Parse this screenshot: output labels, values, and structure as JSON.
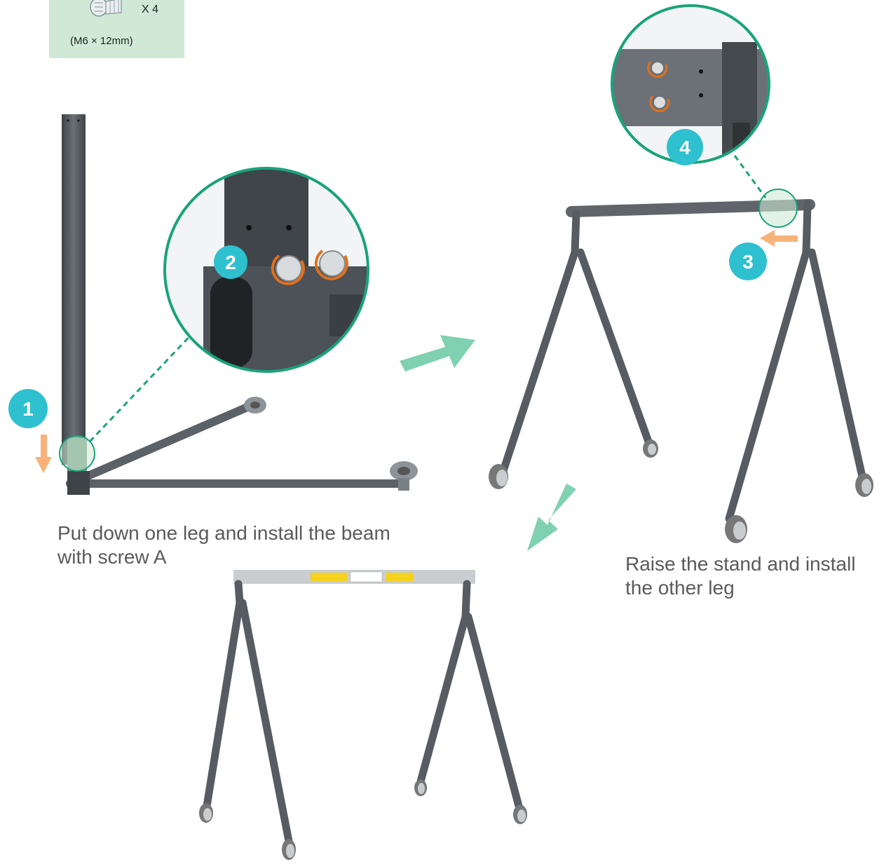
{
  "parts": {
    "quantity": "X 4",
    "spec": "(M6 × 12mm)",
    "icon": "screw-icon"
  },
  "steps": [
    "1",
    "2",
    "3",
    "4"
  ],
  "captions": {
    "step_a_line1": "Put down one leg and install the beam",
    "step_a_line2": "with screw A",
    "step_b_line1": "Raise the stand and install",
    "step_b_line2": "the other leg"
  },
  "colors": {
    "accent_green": "#1aa37a",
    "badge_teal": "#2fc0cf",
    "arrow_green": "#7fd1b1",
    "arrow_orange": "#f7b27a",
    "parts_bg": "#cfe9d6",
    "metal_dark": "#4f555a",
    "metal_light": "#c9cdd0",
    "screw_ring": "#e0701e"
  }
}
